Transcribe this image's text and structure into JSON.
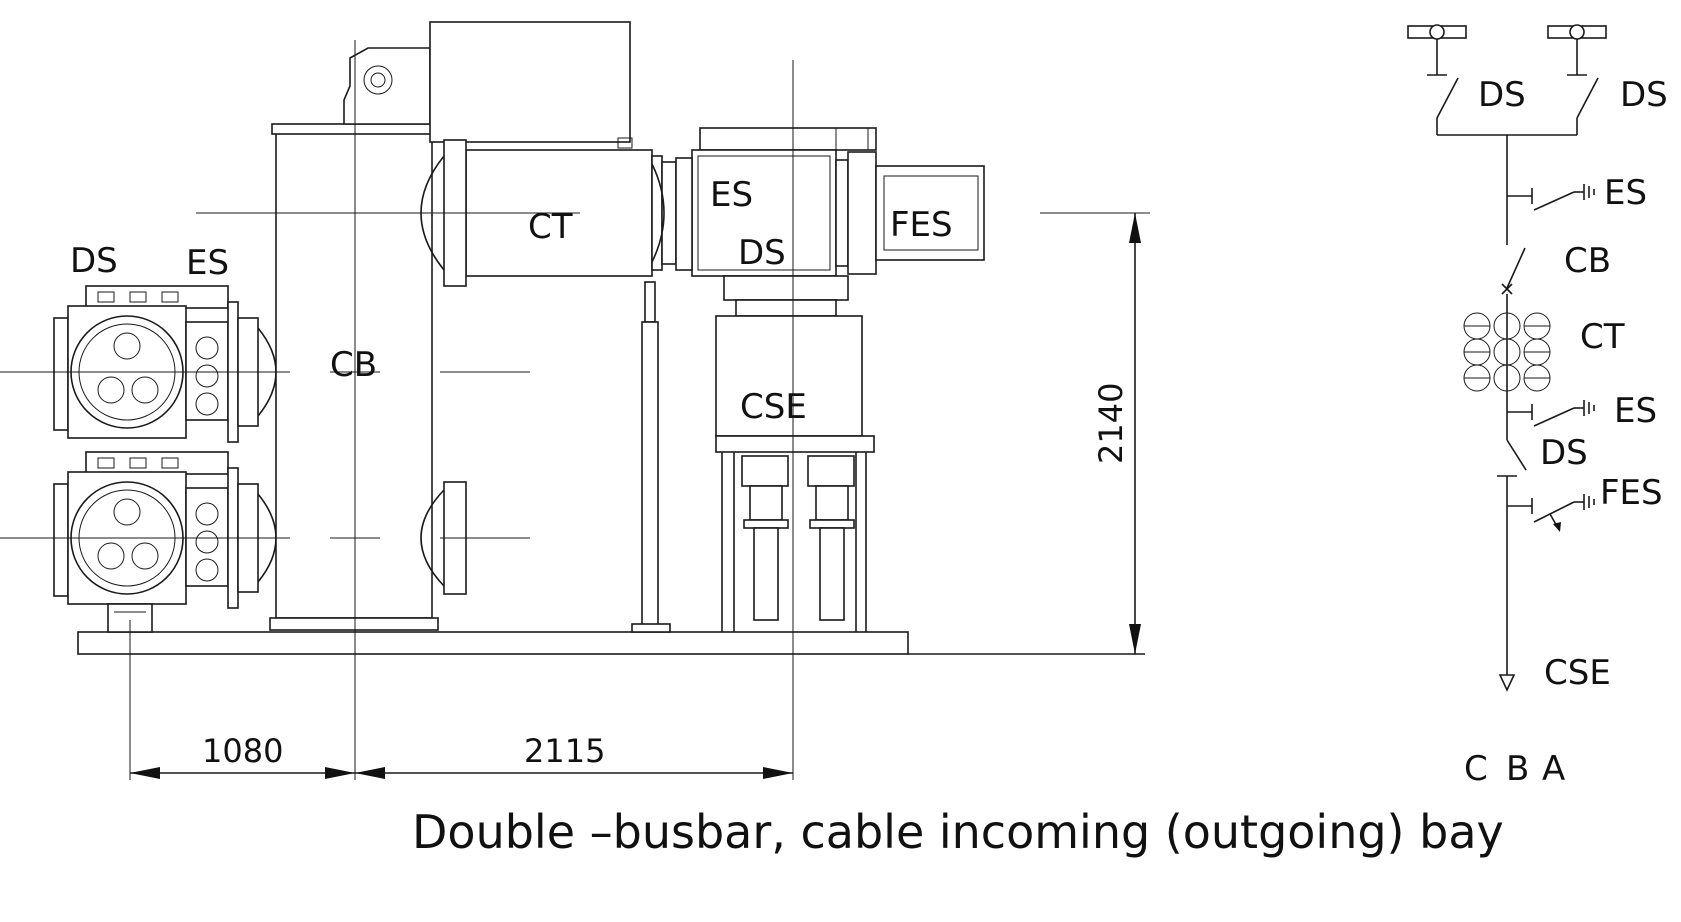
{
  "caption": "Double –busbar, cable incoming (outgoing) bay",
  "labels": {
    "ds_left": "DS",
    "es_left": "ES",
    "cb": "CB",
    "ct": "CT",
    "es_top": "ES",
    "ds_mid": "DS",
    "fes": "FES",
    "cse": "CSE"
  },
  "dimensions": {
    "d1": "1080",
    "d2": "2115",
    "height": "2140"
  },
  "schematic": {
    "ds1": "DS",
    "ds2": "DS",
    "es1": "ES",
    "cb": "CB",
    "ct": "CT",
    "es2": "ES",
    "ds3": "DS",
    "fes": "FES",
    "cse": "CSE",
    "phase_c": "C",
    "phase_b": "B",
    "phase_a": "A"
  }
}
